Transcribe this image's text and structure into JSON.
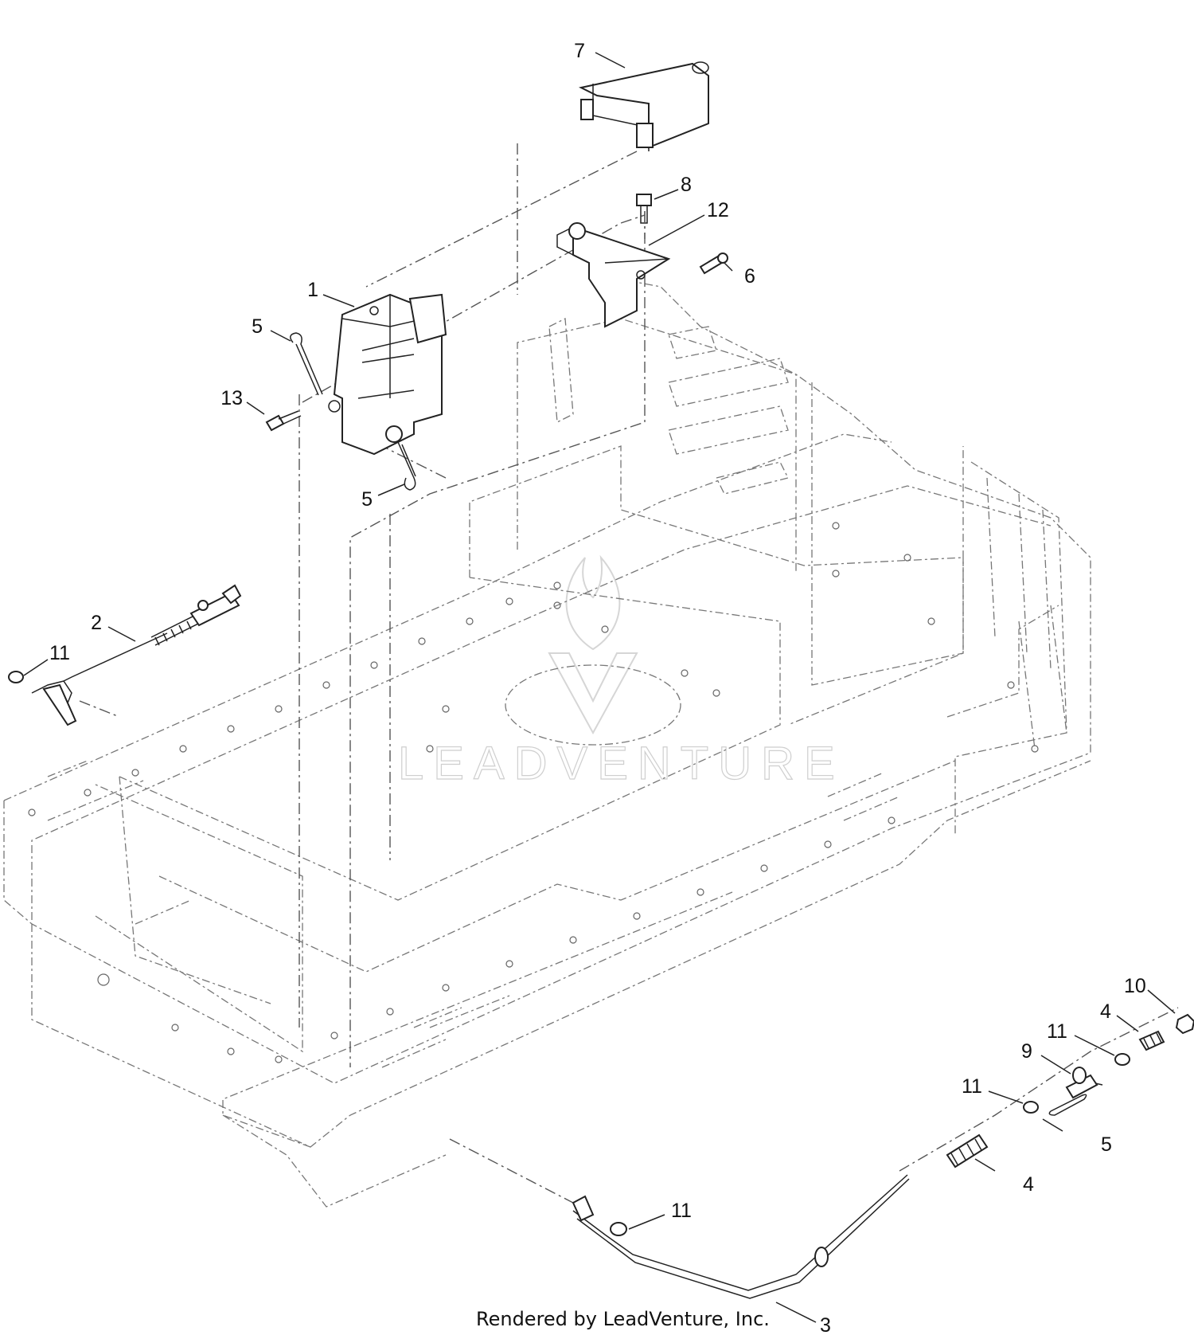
{
  "diagram": {
    "callouts": [
      {
        "id": "c7",
        "label": "7"
      },
      {
        "id": "c8",
        "label": "8"
      },
      {
        "id": "c12",
        "label": "12"
      },
      {
        "id": "c6",
        "label": "6"
      },
      {
        "id": "c1",
        "label": "1"
      },
      {
        "id": "c5a",
        "label": "5"
      },
      {
        "id": "c13",
        "label": "13"
      },
      {
        "id": "c5b",
        "label": "5"
      },
      {
        "id": "c2",
        "label": "2"
      },
      {
        "id": "c11a",
        "label": "11"
      },
      {
        "id": "c10",
        "label": "10"
      },
      {
        "id": "c4a",
        "label": "4"
      },
      {
        "id": "c11b",
        "label": "11"
      },
      {
        "id": "c9",
        "label": "9"
      },
      {
        "id": "c11c",
        "label": "11"
      },
      {
        "id": "c5c",
        "label": "5"
      },
      {
        "id": "c4b",
        "label": "4"
      },
      {
        "id": "c11d",
        "label": "11"
      },
      {
        "id": "c3",
        "label": "3"
      }
    ],
    "watermark": "LEADVENTURE",
    "footer": "Rendered by LeadVenture, Inc."
  }
}
